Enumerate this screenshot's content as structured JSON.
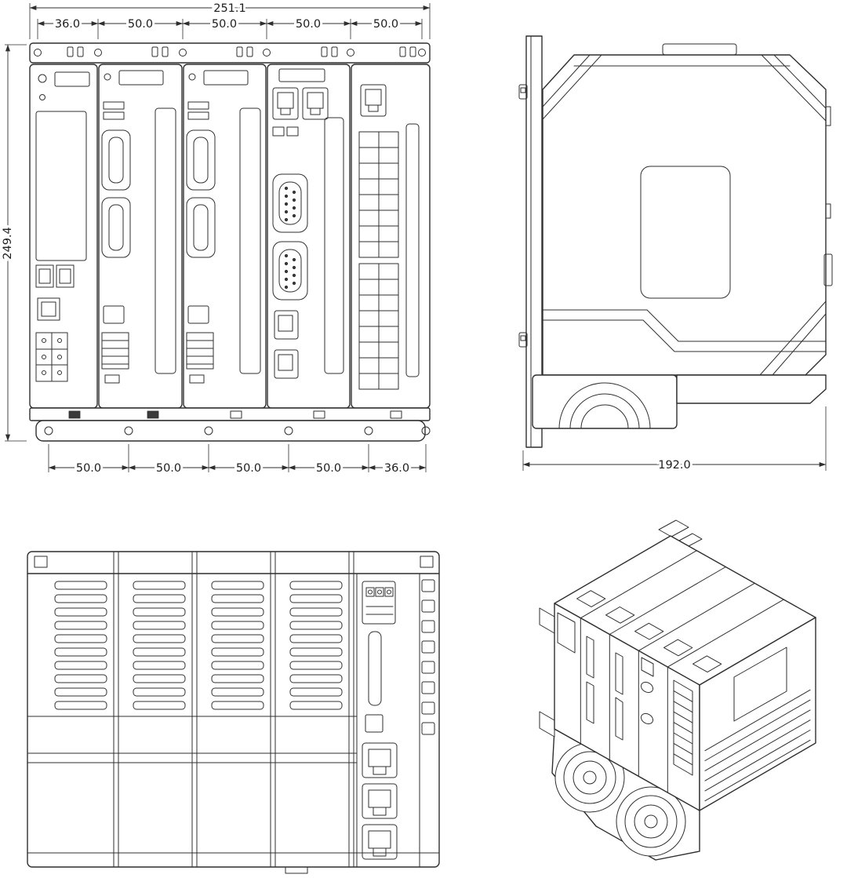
{
  "meta": {
    "background": "#ffffff",
    "line_color": "#2f2f2f",
    "clip_fill_color": "#3a3a3a"
  },
  "dims": {
    "front": {
      "total": "251.1",
      "top": [
        "36.0",
        "50.0",
        "50.0",
        "50.0",
        "50.0"
      ],
      "height": "249.4",
      "bottom": [
        "50.0",
        "50.0",
        "50.0",
        "50.0",
        "36.0"
      ]
    },
    "side": {
      "depth": "192.0"
    }
  }
}
